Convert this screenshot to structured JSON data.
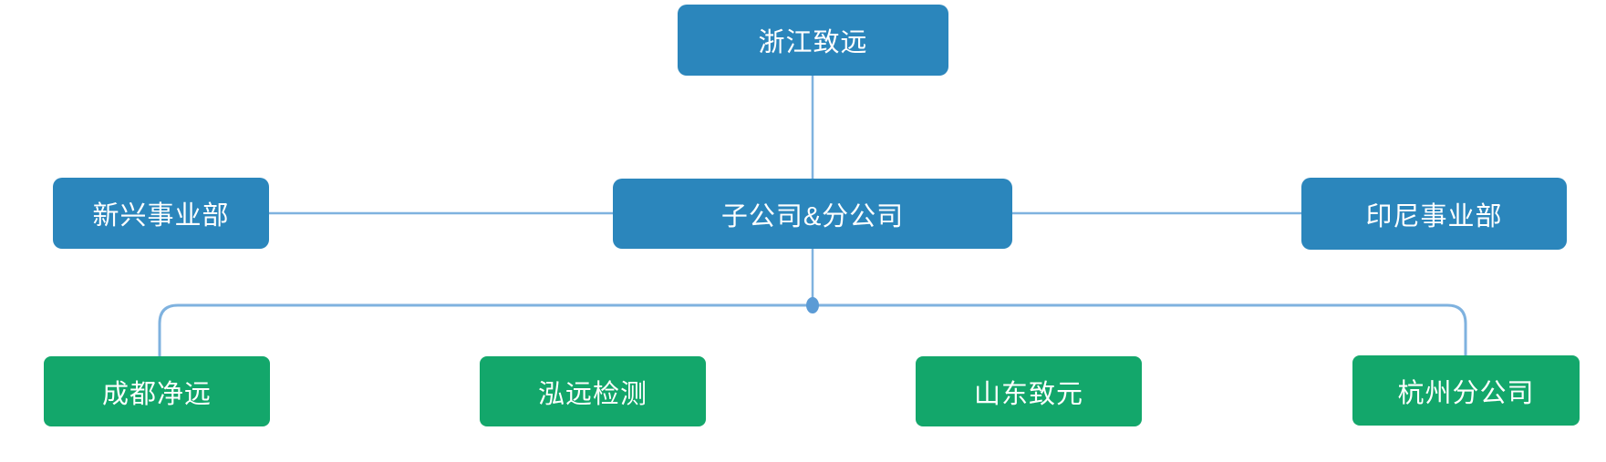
{
  "org_chart": {
    "root": {
      "label": "浙江致远"
    },
    "level2": [
      {
        "label": "新兴事业部"
      },
      {
        "label": "子公司&分公司"
      },
      {
        "label": "印尼事业部"
      }
    ],
    "level3": [
      {
        "label": "成都净远"
      },
      {
        "label": "泓远检测"
      },
      {
        "label": "山东致元"
      },
      {
        "label": "杭州分公司"
      }
    ],
    "colors": {
      "primary_node": "#2B86BC",
      "leaf_node": "#13A76B",
      "connector": "#7FB2DF",
      "junction_dot": "#5B9BD5",
      "node_text": "#FFFFFF",
      "background": "#FFFFFF"
    }
  }
}
